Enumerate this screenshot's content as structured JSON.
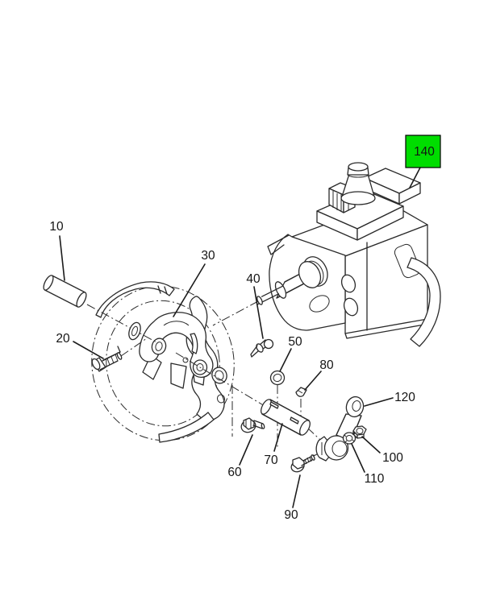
{
  "diagram": {
    "type": "exploded-parts-diagram",
    "background": "#ffffff",
    "line_color": "#2a2a2a",
    "highlight": {
      "fill": "#00dd00",
      "border": "#000000",
      "text_color": "#141414"
    },
    "callouts": [
      {
        "id": "10",
        "highlighted": false
      },
      {
        "id": "20",
        "highlighted": false
      },
      {
        "id": "30",
        "highlighted": false
      },
      {
        "id": "40",
        "highlighted": false
      },
      {
        "id": "50",
        "highlighted": false
      },
      {
        "id": "60",
        "highlighted": false
      },
      {
        "id": "70",
        "highlighted": false
      },
      {
        "id": "80",
        "highlighted": false
      },
      {
        "id": "90",
        "highlighted": false
      },
      {
        "id": "100",
        "highlighted": false
      },
      {
        "id": "110",
        "highlighted": false
      },
      {
        "id": "120",
        "highlighted": false
      },
      {
        "id": "140",
        "highlighted": true
      }
    ]
  }
}
